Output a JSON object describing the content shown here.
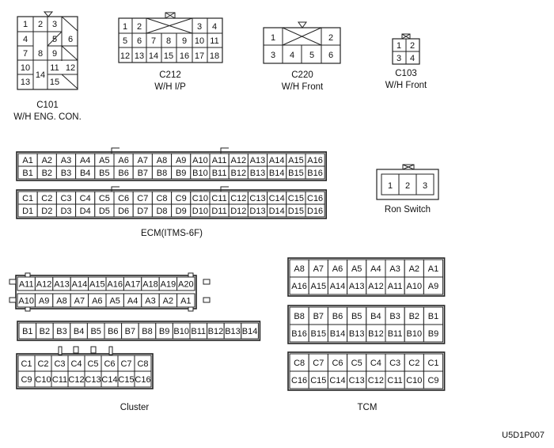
{
  "figure_id": "U5D1P007",
  "connectors": {
    "c101": {
      "code": "C101",
      "name": "W/H ENG. CON.",
      "pins": [
        "1",
        "2",
        "3",
        "4",
        "5",
        "6",
        "7",
        "8",
        "9",
        "10",
        "11",
        "12",
        "13",
        "14",
        "15"
      ]
    },
    "c212": {
      "code": "C212",
      "name": "W/H I/P",
      "row1": [
        "1",
        "2",
        "3",
        "4"
      ],
      "row2": [
        "5",
        "6",
        "7",
        "8",
        "9",
        "10",
        "11"
      ],
      "row3": [
        "12",
        "13",
        "14",
        "15",
        "16",
        "17",
        "18"
      ]
    },
    "c220": {
      "code": "C220",
      "name": "W/H Front",
      "row1": [
        "1",
        "2"
      ],
      "row2": [
        "3",
        "4",
        "5",
        "6"
      ]
    },
    "c103": {
      "code": "C103",
      "name": "W/H Front",
      "rows": [
        [
          "1",
          "2"
        ],
        [
          "3",
          "4"
        ]
      ]
    },
    "ecm": {
      "name": "ECM(ITMS-6F)",
      "rows": [
        [
          "A1",
          "A2",
          "A3",
          "A4",
          "A5",
          "A6",
          "A7",
          "A8",
          "A9",
          "A10",
          "A11",
          "A12",
          "A13",
          "A14",
          "A15",
          "A16"
        ],
        [
          "B1",
          "B2",
          "B3",
          "B4",
          "B5",
          "B6",
          "B7",
          "B8",
          "B9",
          "B10",
          "B11",
          "B12",
          "B13",
          "B14",
          "B15",
          "B16"
        ],
        [
          "C1",
          "C2",
          "C3",
          "C4",
          "C5",
          "C6",
          "C7",
          "C8",
          "C9",
          "C10",
          "C11",
          "C12",
          "C13",
          "C14",
          "C15",
          "C16"
        ],
        [
          "D1",
          "D2",
          "D3",
          "D4",
          "D5",
          "D6",
          "D7",
          "D8",
          "D9",
          "D10",
          "D11",
          "D12",
          "D13",
          "D14",
          "D15",
          "D16"
        ]
      ]
    },
    "ron_switch": {
      "name": "Ron Switch",
      "pins": [
        "1",
        "2",
        "3"
      ]
    },
    "cluster": {
      "name": "Cluster",
      "a_row1": [
        "A11",
        "A12",
        "A13",
        "A14",
        "A15",
        "A16",
        "A17",
        "A18",
        "A19",
        "A20"
      ],
      "a_row2": [
        "A10",
        "A9",
        "A8",
        "A7",
        "A6",
        "A5",
        "A4",
        "A3",
        "A2",
        "A1"
      ],
      "b_row": [
        "B1",
        "B2",
        "B3",
        "B4",
        "B5",
        "B6",
        "B7",
        "B8",
        "B9",
        "B10",
        "B11",
        "B12",
        "B13",
        "B14"
      ],
      "c_row1": [
        "C1",
        "C2",
        "C3",
        "C4",
        "C5",
        "C6",
        "C7",
        "C8"
      ],
      "c_row2": [
        "C9",
        "C10",
        "C11",
        "C12",
        "C13",
        "C14",
        "C15",
        "C16"
      ]
    },
    "tcm": {
      "name": "TCM",
      "rows": [
        [
          "A8",
          "A7",
          "A6",
          "A5",
          "A4",
          "A3",
          "A2",
          "A1"
        ],
        [
          "A16",
          "A15",
          "A14",
          "A13",
          "A12",
          "A11",
          "A10",
          "A9"
        ],
        [
          "B8",
          "B7",
          "B6",
          "B5",
          "B4",
          "B3",
          "B2",
          "B1"
        ],
        [
          "B16",
          "B15",
          "B14",
          "B13",
          "B12",
          "B11",
          "B10",
          "B9"
        ],
        [
          "C8",
          "C7",
          "C6",
          "C5",
          "C4",
          "C3",
          "C2",
          "C1"
        ],
        [
          "C16",
          "C15",
          "C14",
          "C13",
          "C12",
          "C11",
          "C10",
          "C9"
        ]
      ]
    }
  }
}
